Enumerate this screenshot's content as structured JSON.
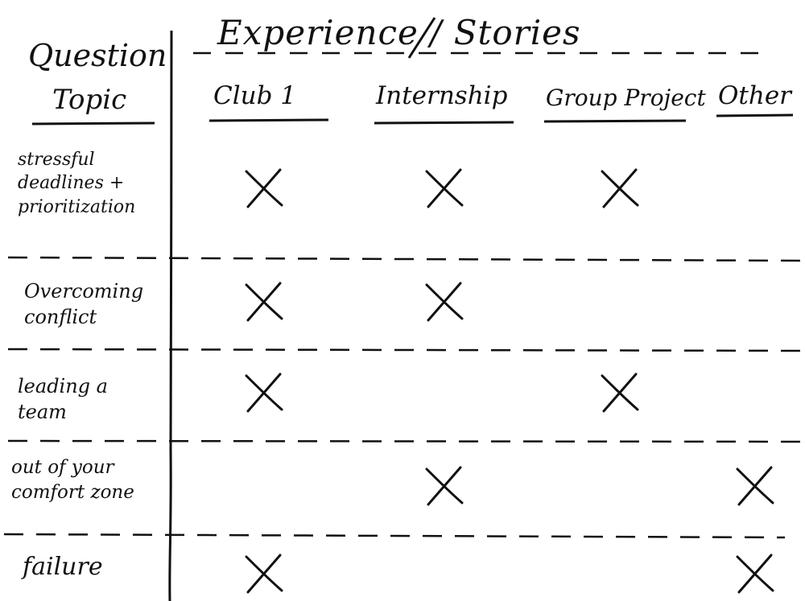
{
  "page": {
    "section_title": "Experience / Stories",
    "question_label": "Question",
    "topic_label": "Topic"
  },
  "columns": [
    {
      "label": "Club 1"
    },
    {
      "label": "Internship"
    },
    {
      "label": "Group Project"
    },
    {
      "label": "Other"
    }
  ],
  "rows": [
    {
      "label_lines": [
        "stressful",
        "deadlines +",
        "prioritization"
      ],
      "marks": [
        true,
        true,
        true,
        false
      ]
    },
    {
      "label_lines": [
        "Overcoming",
        "conflict"
      ],
      "marks": [
        true,
        true,
        false,
        false
      ]
    },
    {
      "label_lines": [
        "leading a",
        "team"
      ],
      "marks": [
        true,
        false,
        true,
        false
      ]
    },
    {
      "label_lines": [
        "out of your",
        "comfort zone"
      ],
      "marks": [
        false,
        true,
        false,
        true
      ]
    },
    {
      "label_lines": [
        "failure"
      ],
      "marks": [
        true,
        false,
        false,
        true
      ]
    }
  ],
  "mark_symbol": "X",
  "colors": {
    "ink": "#111111",
    "paper": "#ffffff"
  }
}
